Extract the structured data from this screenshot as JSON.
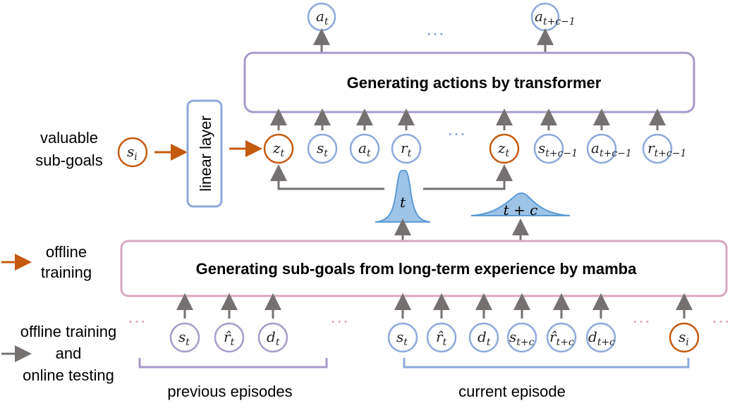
{
  "colors": {
    "blue": "#8EA9DB",
    "purple": "#A89ACB",
    "pink": "#D9A7C0",
    "orange": "#C55A11",
    "gray": "#767171",
    "dist_fill": "#9DC3E6",
    "dist_stroke": "#5B9BD5",
    "dots": "#E7A9B9"
  },
  "labels": {
    "transformer_box": "Generating actions by transformer",
    "mamba_box": "Generating sub-goals from long-term experience by mamba",
    "linear_layer": "linear layer",
    "valuable_line1": "valuable",
    "valuable_line2": "sub-goals",
    "legend_offline_line1": "offline",
    "legend_offline_line2": "training",
    "legend_both_line1": "offline training",
    "legend_both_line2": "and",
    "legend_both_line3": "online testing",
    "previous_episodes": "previous episodes",
    "current_episode": "current episode",
    "dots": "…",
    "dist_t": "t",
    "dist_tc": "t + c"
  },
  "tokens": {
    "out_a_t": {
      "base": "a",
      "sub": "t"
    },
    "out_a_tc": {
      "base": "a",
      "sub": "t+c−1"
    },
    "si_left": {
      "base": "s",
      "sub": "i"
    },
    "z_t_1": {
      "base": "z",
      "sub": "t"
    },
    "s_t_top": {
      "base": "s",
      "sub": "t"
    },
    "a_t_top": {
      "base": "a",
      "sub": "t"
    },
    "r_t_top": {
      "base": "r",
      "sub": "t"
    },
    "z_t_2": {
      "base": "z",
      "sub": "t"
    },
    "s_tc1": {
      "base": "s",
      "sub": "t+c−1"
    },
    "a_tc1": {
      "base": "a",
      "sub": "t+c−1"
    },
    "r_tc1": {
      "base": "r",
      "sub": "t+c−1"
    },
    "prev_s": {
      "base": "s",
      "sub": "t"
    },
    "prev_r": {
      "base": "r̂",
      "sub": "t"
    },
    "prev_d": {
      "base": "d",
      "sub": "t"
    },
    "cur_s": {
      "base": "s",
      "sub": "t"
    },
    "cur_r": {
      "base": "r̂",
      "sub": "t"
    },
    "cur_d": {
      "base": "d",
      "sub": "t"
    },
    "cur_stc": {
      "base": "s",
      "sub": "t+c"
    },
    "cur_rtc": {
      "base": "r̂",
      "sub": "t+c"
    },
    "cur_dtc": {
      "base": "d",
      "sub": "t+c"
    },
    "cur_si": {
      "base": "s",
      "sub": "i"
    }
  }
}
